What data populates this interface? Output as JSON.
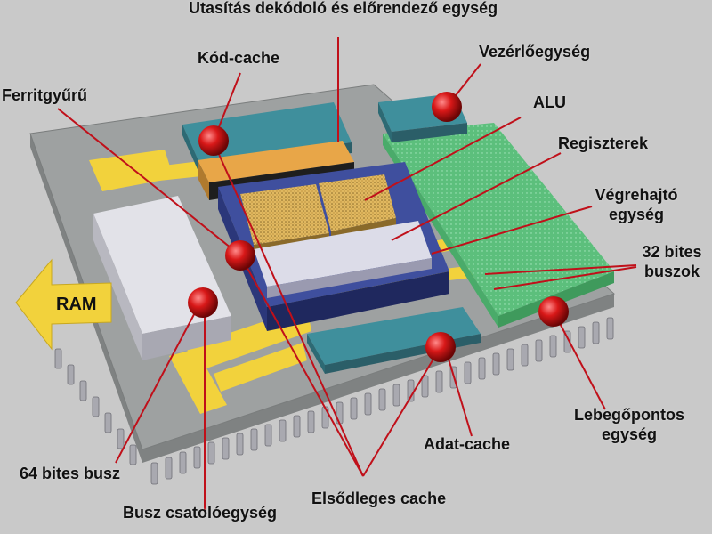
{
  "labels": {
    "decoder": "Utasítás dekódoló és előrendező egység",
    "code_cache": "Kód-cache",
    "control_unit": "Vezérlőegység",
    "ferrite_ring": "Ferritgyűrű",
    "alu": "ALU",
    "registers": "Regiszterek",
    "execution_unit_1": "Végrehajtó",
    "execution_unit_2": "egység",
    "bus32_1": "32 bites",
    "bus32_2": "buszok",
    "fpu_1": "Lebegőpontos",
    "fpu_2": "egység",
    "data_cache": "Adat-cache",
    "bus64": "64 bites busz",
    "primary_cache": "Elsődleges cache",
    "bus_interface": "Busz csatolóegység",
    "ram": "RAM"
  },
  "colors": {
    "background": "#c9c9c9",
    "board": "#9ea1a1",
    "bus_yellow": "#f2d23c",
    "cache_teal": "#3f8f9c",
    "decoder_orange": "#e8a648",
    "core_navy": "#3f4f9e",
    "fpu_green": "#5cbf7c",
    "marker_red": "#d01818",
    "pointer_line": "#c0101a"
  }
}
